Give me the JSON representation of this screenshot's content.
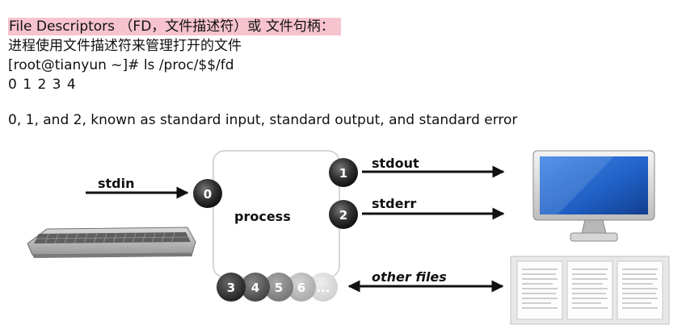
{
  "header": {
    "title": "File Descriptors （FD，文件描述符）或 文件句柄：",
    "description": "进程使用文件描述符来管理打开的文件",
    "command": "[root@tianyun ~]# ls /proc/$$/fd",
    "output": "0  1  2  3  4",
    "note": "0, 1, and 2, known as standard input, standard output, and standard error"
  },
  "diagram": {
    "process_label": "process",
    "stdin_label": "stdin",
    "stdout_label": "stdout",
    "stderr_label": "stderr",
    "other_files_label": "other files",
    "fd_in": "0",
    "fd_out": "1",
    "fd_err": "2",
    "fd_others": [
      "3",
      "4",
      "5",
      "6",
      "..."
    ]
  },
  "colors": {
    "highlight": "#f6c3cf",
    "monitor_screen": "#1f5fc4",
    "circle_dark": "#2a2a2a"
  }
}
